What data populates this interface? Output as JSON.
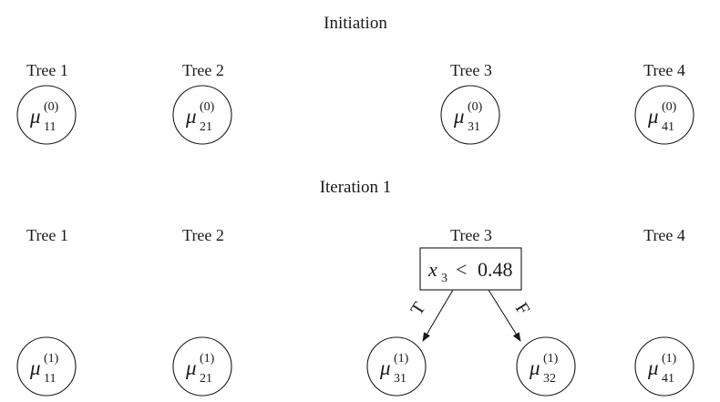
{
  "sections": [
    {
      "title": "Initiation",
      "trees": [
        {
          "label": "Tree 1",
          "leaves": [
            {
              "symbol": "μ",
              "sup": "(0)",
              "sub": "11"
            }
          ]
        },
        {
          "label": "Tree 2",
          "leaves": [
            {
              "symbol": "μ",
              "sup": "(0)",
              "sub": "21"
            }
          ]
        },
        {
          "label": "Tree 3",
          "leaves": [
            {
              "symbol": "μ",
              "sup": "(0)",
              "sub": "31"
            }
          ]
        },
        {
          "label": "Tree 4",
          "leaves": [
            {
              "symbol": "μ",
              "sup": "(0)",
              "sub": "41"
            }
          ]
        }
      ]
    },
    {
      "title": "Iteration 1",
      "trees": [
        {
          "label": "Tree 1",
          "leaves": [
            {
              "symbol": "μ",
              "sup": "(1)",
              "sub": "11"
            }
          ]
        },
        {
          "label": "Tree 2",
          "leaves": [
            {
              "symbol": "μ",
              "sup": "(1)",
              "sub": "21"
            }
          ]
        },
        {
          "label": "Tree 3",
          "split": {
            "var": "x",
            "var_sub": "3",
            "op": "<",
            "threshold": "0.48"
          },
          "edge_true_label": "T",
          "edge_false_label": "F",
          "leaves": [
            {
              "symbol": "μ",
              "sup": "(1)",
              "sub": "31"
            },
            {
              "symbol": "μ",
              "sup": "(1)",
              "sub": "32"
            }
          ]
        },
        {
          "label": "Tree 4",
          "leaves": [
            {
              "symbol": "μ",
              "sup": "(1)",
              "sub": "41"
            }
          ]
        }
      ]
    }
  ]
}
